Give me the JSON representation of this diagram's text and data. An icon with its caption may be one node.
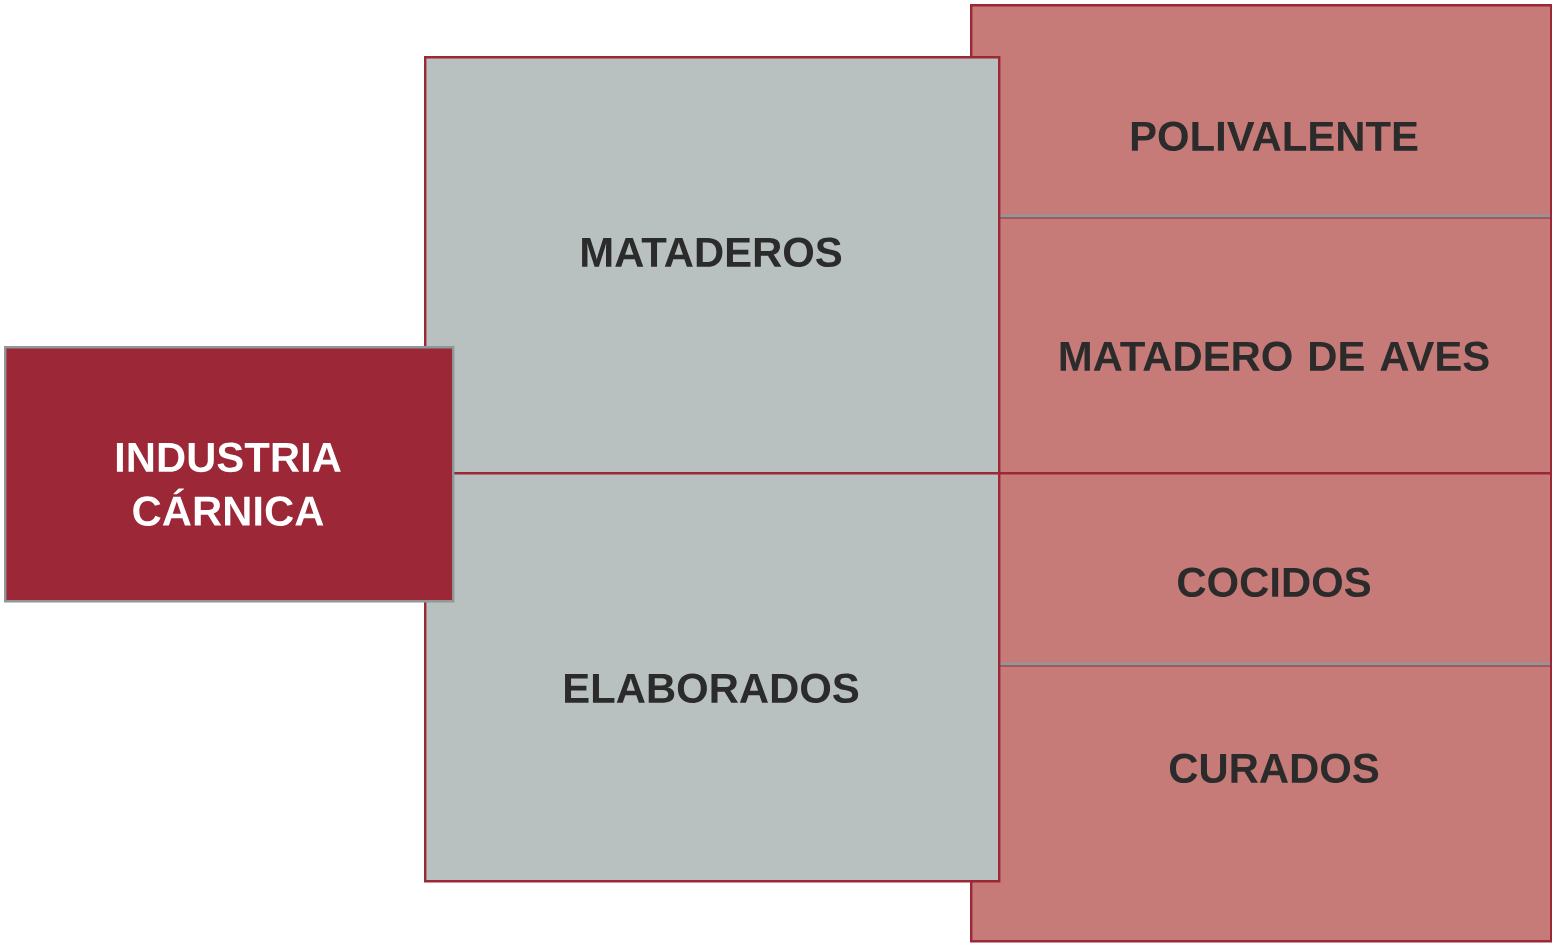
{
  "diagram": {
    "nodes": [
      {
        "text": [
          "INDUSTRIA CÁRNICA"
        ]
      },
      {
        "text": [
          "MATADEROS"
        ]
      },
      {
        "text": [
          "ELABORADOS"
        ]
      },
      {
        "text": [
          "POLIVALENTE"
        ]
      },
      {
        "text": [
          "MATADERO DE AVES"
        ]
      },
      {
        "text": [
          "COCIDOS"
        ]
      },
      {
        "text": [
          "CURADOS"
        ]
      }
    ]
  }
}
